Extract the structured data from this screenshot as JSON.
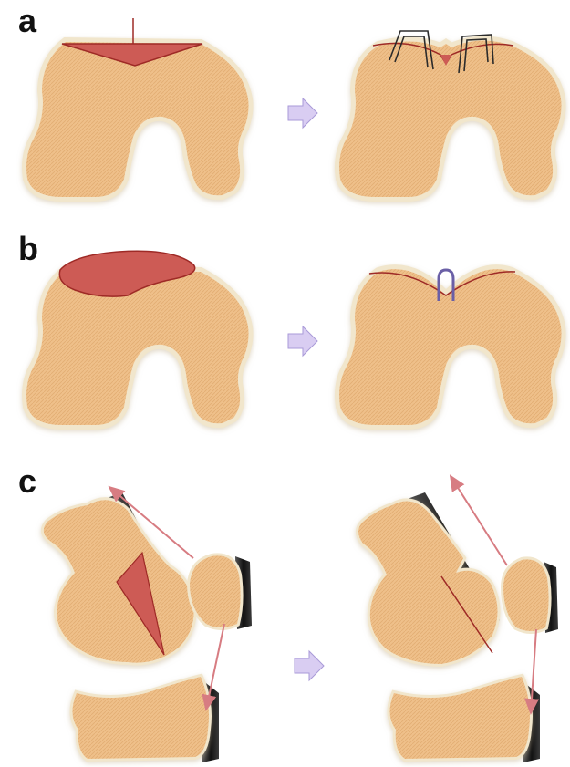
{
  "panels": [
    {
      "label": "a"
    },
    {
      "label": "b"
    },
    {
      "label": "c"
    }
  ],
  "colors": {
    "bone": "#efc08a",
    "bone_rim": "#fbf4e4",
    "wedge": "#cd5b55",
    "cut_line": "#9e2a26",
    "arrow": "#d77c82",
    "arrow_icon": "#d9cdf2",
    "staple": "#2b2b2b",
    "suture": "#6a5fa6",
    "depth_side": "#1c1c1c"
  },
  "icons": [
    "right-arrow-icon",
    "staple-icon",
    "suture-loop-icon",
    "force-vector-arrow"
  ]
}
